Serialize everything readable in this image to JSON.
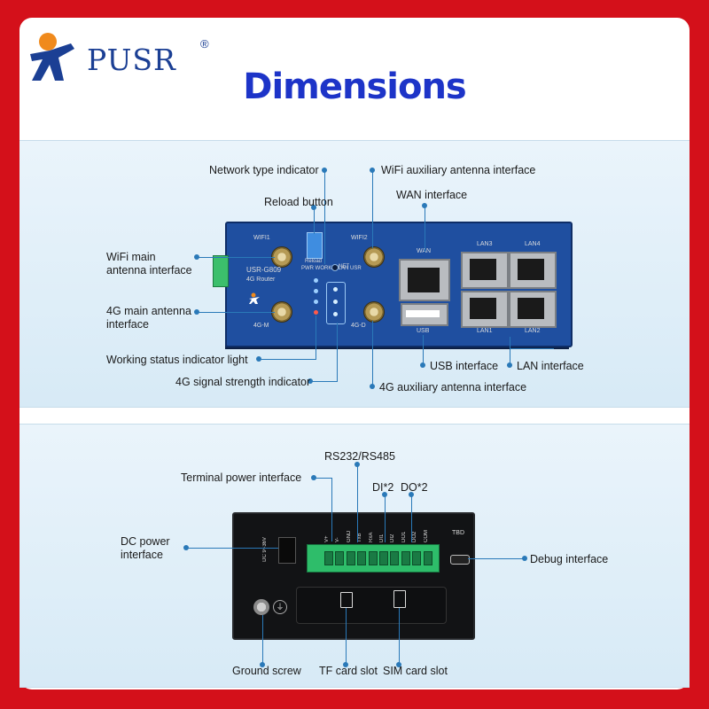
{
  "brand": {
    "name": "PUSR",
    "reg_mark": "®"
  },
  "title": "Dimensions",
  "front_panel": {
    "device_model": "USR-G809",
    "device_type": "4G Router",
    "reload_tag": "Reload",
    "port_labels": {
      "wifi1": "WIFI1",
      "wifi2": "WIFI2",
      "g4m": "4G-M",
      "g4d": "4G-D",
      "wan": "WAN",
      "usb": "USB",
      "lan1": "LAN1",
      "lan2": "LAN2",
      "lan3": "LAN3",
      "lan4": "LAN4",
      "net": "NET",
      "led_names": "PWR WORK WLAN USR"
    },
    "callouts": {
      "network_type": "Network type indicator",
      "reload": "Reload button",
      "wifi_main": "WiFi main antenna interface",
      "g4_main": "4G main antenna interface",
      "working_status": "Working status indicator light",
      "signal_strength": "4G signal strength indicator",
      "wifi_aux": "WiFi auxiliary antenna interface",
      "wan": "WAN interface",
      "usb": "USB interface",
      "lan": "LAN interface",
      "g4_aux": "4G auxiliary antenna interface"
    }
  },
  "back_panel": {
    "terminal_labels": [
      "V+",
      "V-",
      "GND",
      "TxB",
      "RxA",
      "DI1",
      "DI2",
      "DO1",
      "DO2",
      "COM"
    ],
    "dc_label": "DC 9~36V",
    "tbd_label": "TBD",
    "callouts": {
      "rs232": "RS232/RS485",
      "terminal_power": "Terminal power interface",
      "di": "DI*2",
      "do": "DO*2",
      "dc_power": "DC power interface",
      "debug": "Debug interface",
      "ground": "Ground screw",
      "tf": "TF card slot",
      "sim": "SIM card slot"
    }
  },
  "colors": {
    "background": "#d4101a",
    "title": "#1d34c8",
    "brand": "#1b3f94",
    "device_blue": "#1f4fa0",
    "leader": "#2a79b8"
  }
}
